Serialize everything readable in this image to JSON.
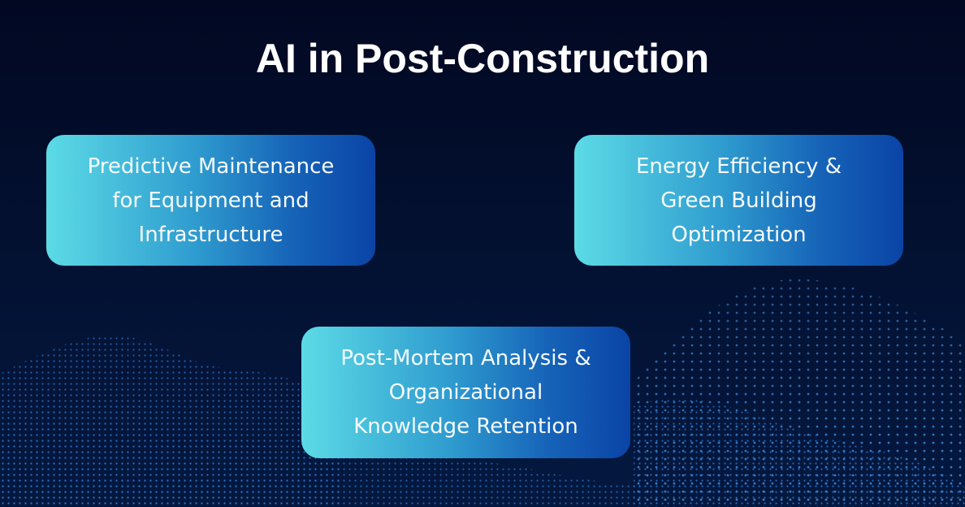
{
  "title": "AI in Post-Construction",
  "colors": {
    "background_top": "#020822",
    "background_bottom": "#04183f",
    "card_gradient_start": "#5cdbe6",
    "card_gradient_end": "#0a44a6",
    "dot_wave": "#2f8fff",
    "text": "#ffffff"
  },
  "cards": [
    {
      "lines": [
        "Predictive Maintenance",
        "for Equipment and",
        "Infrastructure"
      ]
    },
    {
      "lines": [
        "Energy Efficiency &",
        "Green Building",
        "Optimization"
      ]
    },
    {
      "lines": [
        "Post-Mortem Analysis &",
        "Organizational",
        "Knowledge Retention"
      ]
    }
  ],
  "decoration": "particle-dot-wave-background"
}
